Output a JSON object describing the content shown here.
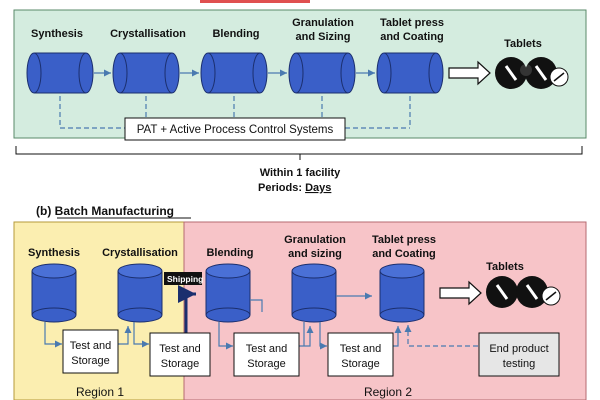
{
  "top_panel": {
    "steps": [
      {
        "line1": "Synthesis",
        "line2": ""
      },
      {
        "line1": "Crystallisation",
        "line2": ""
      },
      {
        "line1": "Blending",
        "line2": ""
      },
      {
        "line1": "Granulation",
        "line2": "and Sizing"
      },
      {
        "line1": "Tablet press",
        "line2": "and Coating"
      }
    ],
    "output_label": "Tablets",
    "control_box": "PAT + Active Process Control Systems",
    "facility_line1": "Within 1 facility",
    "period_prefix": "Periods: ",
    "period_value": "Days"
  },
  "bottom_panel": {
    "title": "(b) Batch Manufacturing",
    "steps": [
      {
        "line1": "Synthesis",
        "line2": ""
      },
      {
        "line1": "Crystallisation",
        "line2": ""
      },
      {
        "line1": "Blending",
        "line2": ""
      },
      {
        "line1": "Granulation",
        "line2": "and sizing"
      },
      {
        "line1": "Tablet press",
        "line2": "and Coating"
      }
    ],
    "shipping_tag": "Shipping",
    "output_label": "Tablets",
    "test_line1": "Test and",
    "test_line2": "Storage",
    "end_test_line1": "End product",
    "end_test_line2": "testing",
    "region1": "Region 1",
    "region2": "Region 2"
  },
  "colors": {
    "top_bg": "#d4ecdf",
    "region1_bg": "#fbeeb0",
    "region2_bg": "#f7c4c8",
    "cylinder": "#3a5fc8",
    "cylinder_dark": "#23409a",
    "dash": "#4a7ab0"
  }
}
